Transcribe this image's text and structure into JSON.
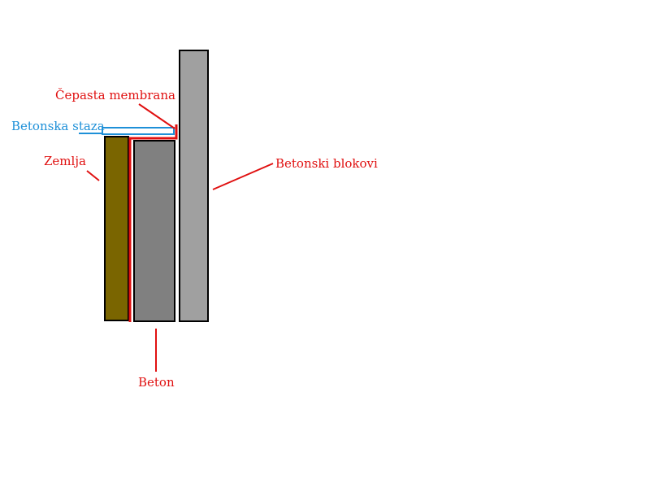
{
  "labels": {
    "membrane": "Čepasta membrana",
    "path": "Betonska staza",
    "soil": "Zemlja",
    "blocks": "Betonski blokovi",
    "concrete": "Beton"
  },
  "colors": {
    "red": "#e01010",
    "blue": "#1e90d8",
    "soil": "#7a6500",
    "concrete": "#808080",
    "blocks": "#a0a0a0"
  }
}
